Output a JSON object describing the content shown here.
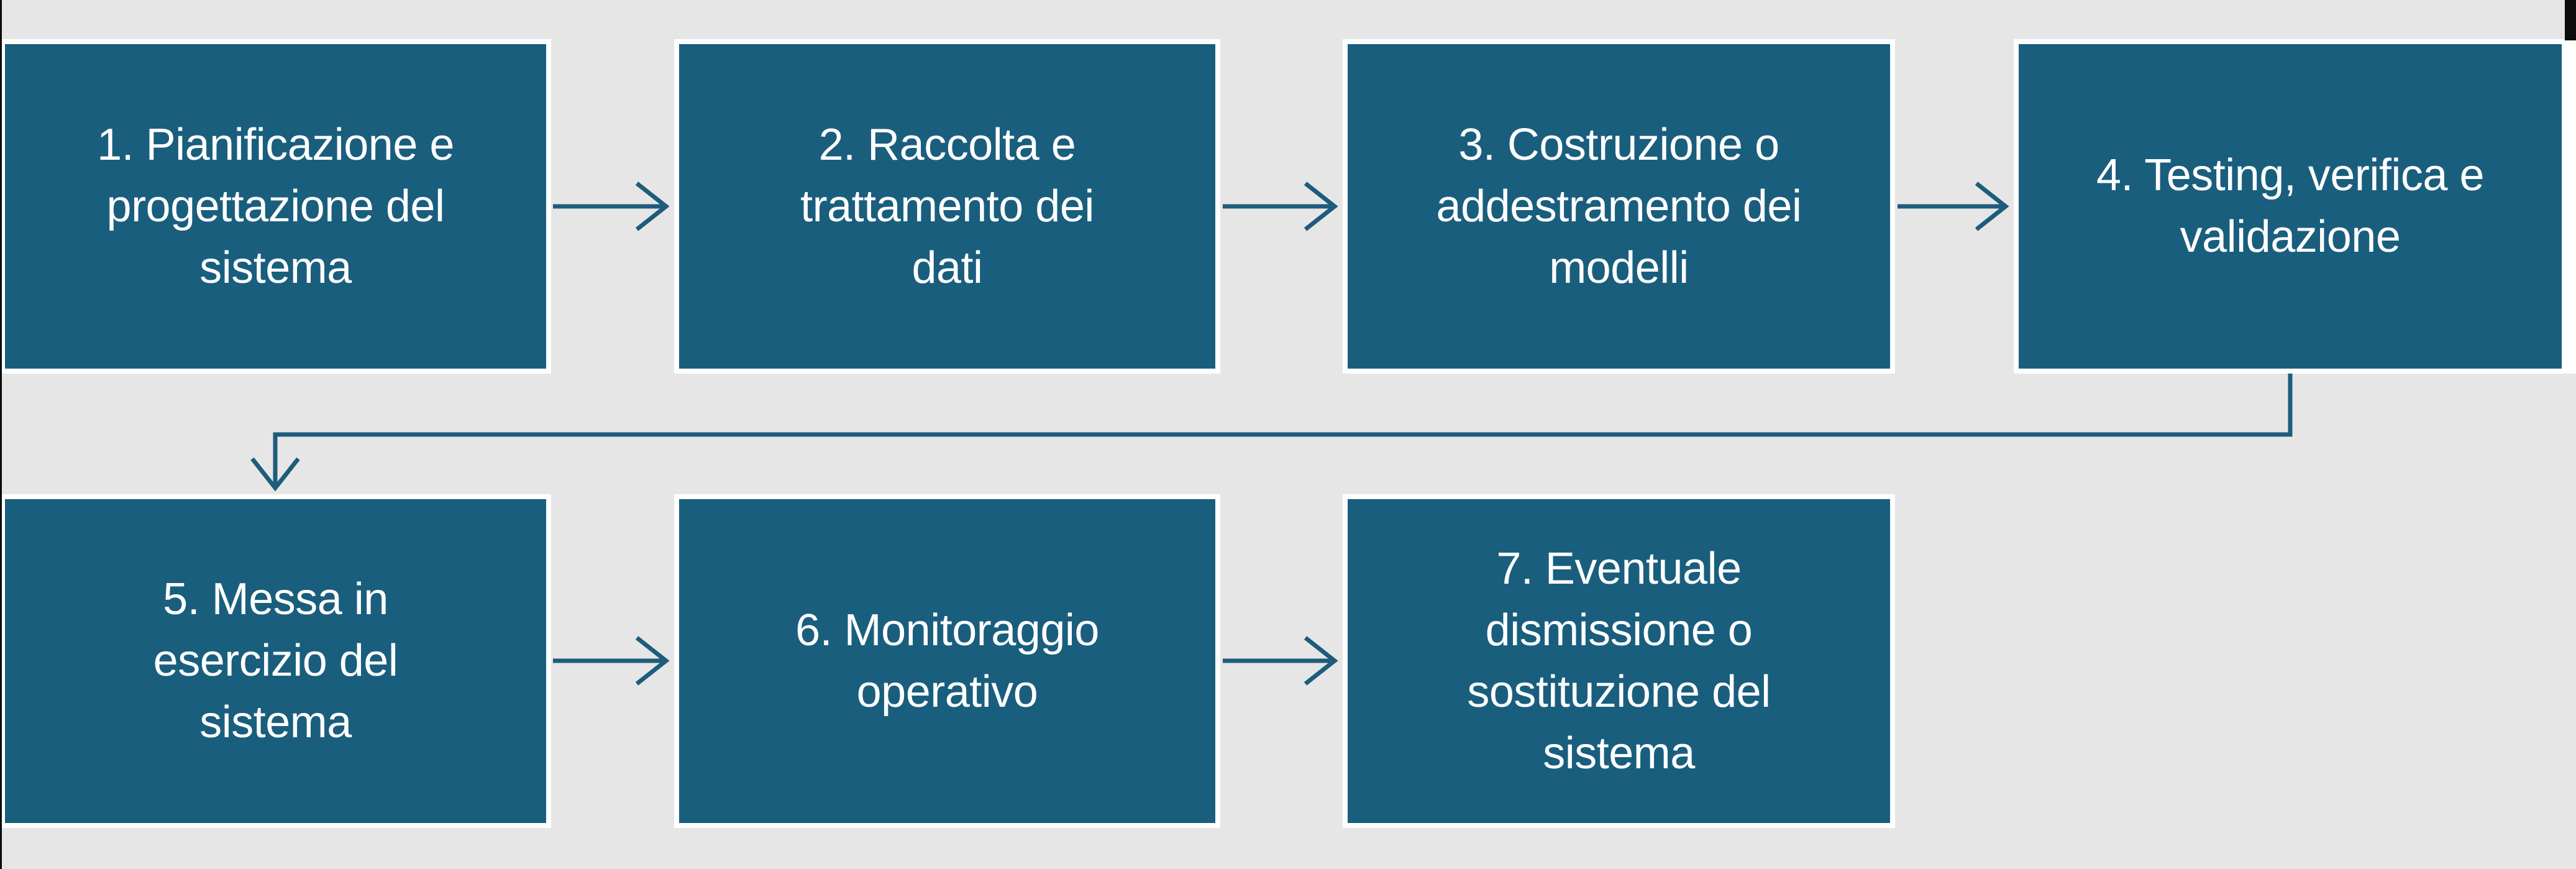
{
  "colors": {
    "background": "#e7e6e6",
    "box_fill": "#1a5e7e",
    "box_border": "#ffffff",
    "connector": "#1e5c7c",
    "text": "#ffffff",
    "edge_artifact": "#0d0d0d"
  },
  "flowchart": {
    "steps": [
      {
        "label": "1. Pianificazione e\nprogettazione del\nsistema"
      },
      {
        "label": "2. Raccolta e\ntrattamento dei\ndati"
      },
      {
        "label": "3. Costruzione o\naddestramento dei\nmodelli"
      },
      {
        "label": "4. Testing, verifica e\nvalidazione"
      },
      {
        "label": "5. Messa in\nesercizio del\nsistema"
      },
      {
        "label": "6. Monitoraggio\noperativo"
      },
      {
        "label": "7. Eventuale\ndismissione o\nsostituzione del\nsistema"
      }
    ]
  }
}
